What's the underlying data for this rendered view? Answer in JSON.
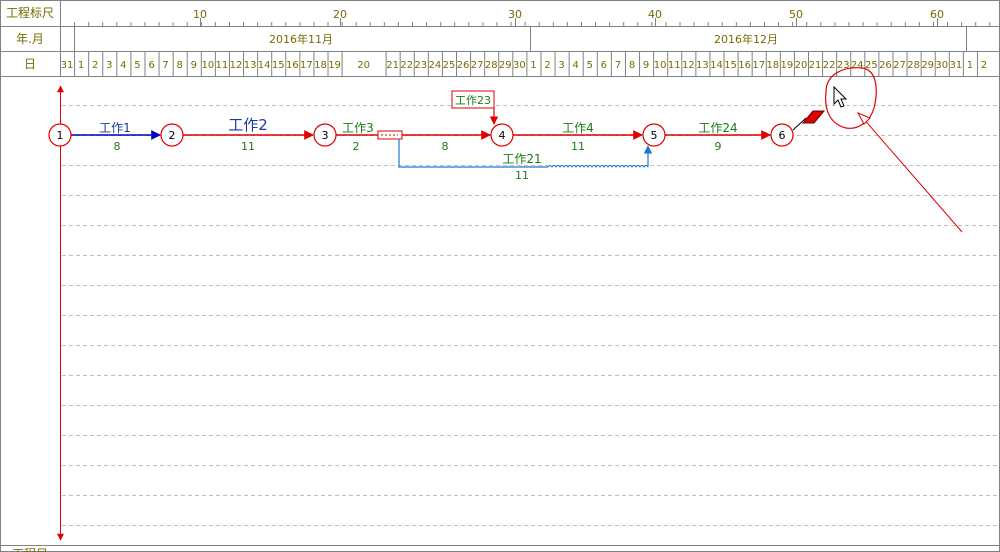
{
  "header": {
    "row_labels": [
      "工程标尺",
      "年.月",
      "日"
    ],
    "ruler_ticks": [
      "10",
      "20",
      "30",
      "40",
      "50",
      "60"
    ],
    "months": [
      "2016年11月",
      "2016年12月"
    ],
    "days": [
      "31",
      "1",
      "2",
      "3",
      "4",
      "5",
      "6",
      "7",
      "8",
      "9",
      "10",
      "11",
      "12",
      "13",
      "14",
      "15",
      "16",
      "17",
      "18",
      "19",
      "20",
      "21",
      "22",
      "23",
      "24",
      "25",
      "26",
      "27",
      "28",
      "29",
      "30",
      "1",
      "2",
      "3",
      "4",
      "5",
      "6",
      "7",
      "8",
      "9",
      "10",
      "11",
      "12",
      "13",
      "14",
      "15",
      "16",
      "17",
      "18",
      "19",
      "20",
      "21",
      "22",
      "23",
      "24",
      "25",
      "26",
      "27",
      "28",
      "29",
      "30",
      "31",
      "1",
      "2"
    ]
  },
  "footer": {
    "partial_label": "工程目"
  },
  "colors": {
    "header_text": "#7a6a00",
    "header_line": "#808080",
    "critical": "#e00000",
    "normal_arrow": "#0000c0",
    "non_critical": "#1e78d2",
    "label_green": "#1a7a1a",
    "label_blue": "#1a3aa0",
    "grid_dash": "#c0c0c0",
    "node_fill": "#ffffff",
    "milestone": "#e00000",
    "annotation": "#e00000",
    "cursor": "#ffffff"
  },
  "network": {
    "nodes": [
      "1",
      "2",
      "3",
      "4",
      "5",
      "6"
    ],
    "activities": [
      {
        "id": "a1",
        "name": "工作1",
        "duration": "8"
      },
      {
        "id": "a2",
        "name": "工作2",
        "duration": "11"
      },
      {
        "id": "a3",
        "name": "工作3",
        "duration": "2"
      },
      {
        "id": "a3b",
        "name": "",
        "duration": "8"
      },
      {
        "id": "a4",
        "name": "工作4",
        "duration": "11"
      },
      {
        "id": "a24",
        "name": "工作24",
        "duration": "9"
      },
      {
        "id": "a21",
        "name": "工作21",
        "duration": "11"
      }
    ],
    "callout": {
      "label": "工作23"
    }
  },
  "icons": [
    "milestone-marker-icon",
    "cursor-arrow-icon",
    "annotation-circle-icon",
    "annotation-arrow-icon"
  ]
}
